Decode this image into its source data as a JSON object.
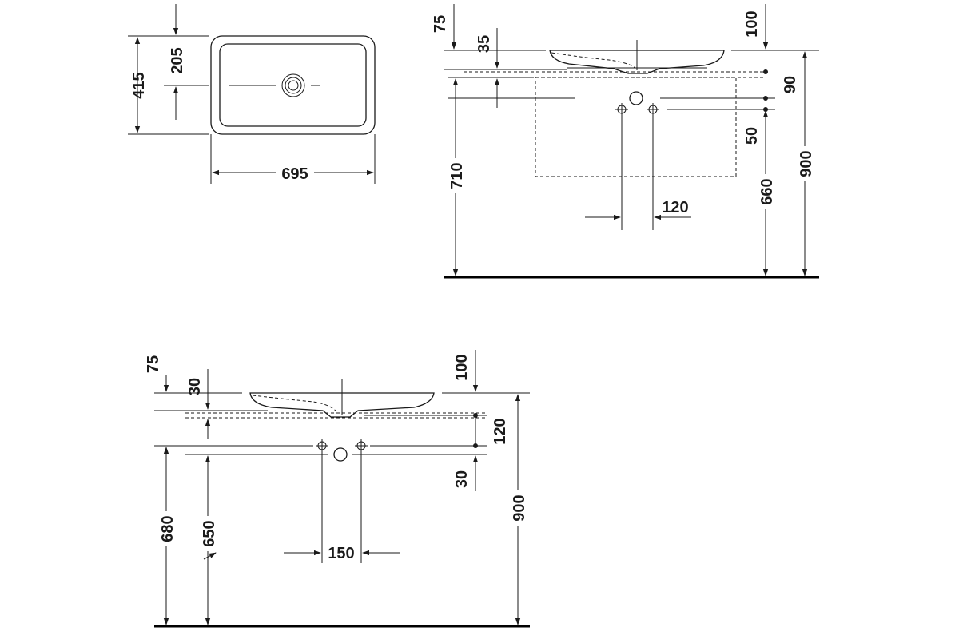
{
  "top_view": {
    "width": "695",
    "depth": "415",
    "drain_offset": "205"
  },
  "side_view_a": {
    "faucet_setback": "75",
    "rim_height": "35",
    "basin_overhang": "100",
    "trap_drop": "90",
    "valve_spacing_v": "50",
    "drain_height": "710",
    "valve_height": "660",
    "total_height": "900",
    "valve_spacing_h": "120"
  },
  "side_view_b": {
    "faucet_setback": "75",
    "rim_height": "30",
    "basin_overhang": "100",
    "drain_drop": "120",
    "valve_offset": "30",
    "drain_height": "680",
    "valve_height": "650",
    "total_height": "900",
    "valve_spacing_h": "150"
  }
}
